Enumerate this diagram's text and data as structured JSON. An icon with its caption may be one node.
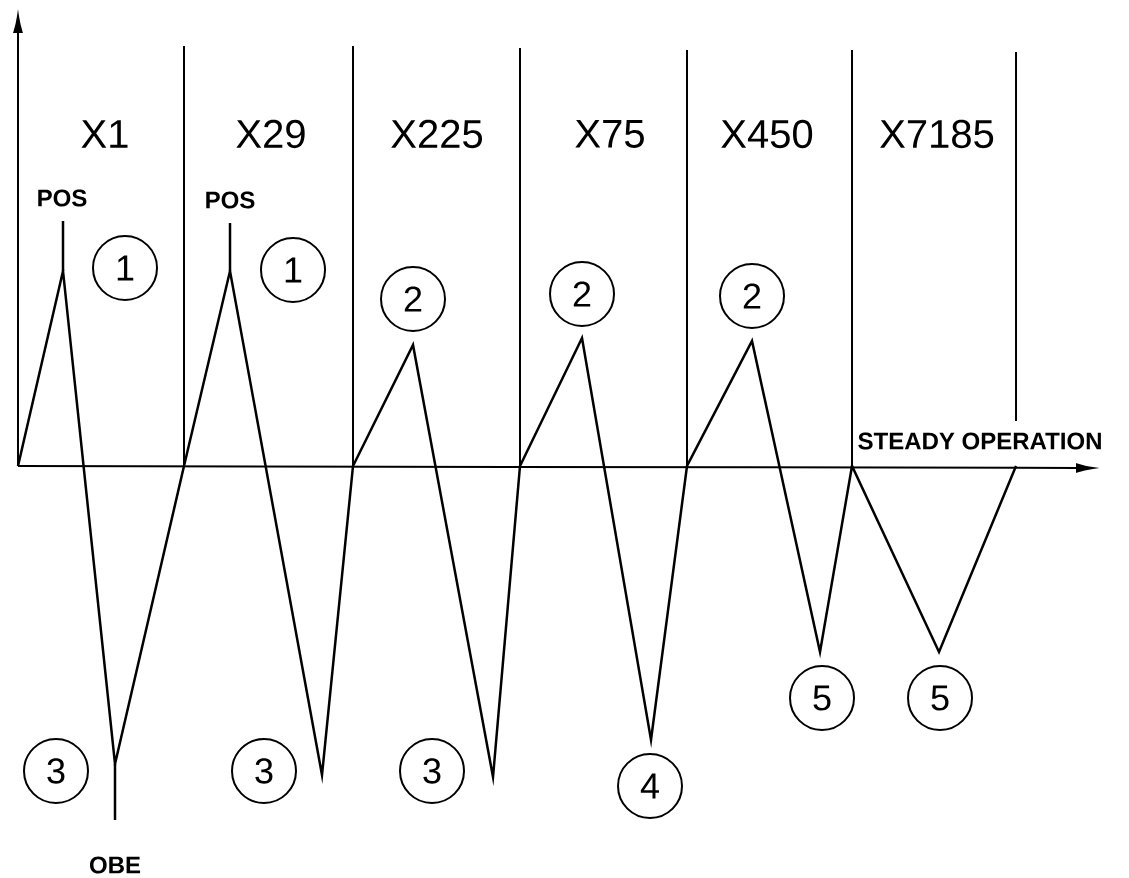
{
  "diagram": {
    "nodes": [
      {
        "text": [
          "1"
        ]
      },
      {
        "text": [
          "1"
        ]
      },
      {
        "text": [
          "2"
        ]
      },
      {
        "text": [
          "2"
        ]
      },
      {
        "text": [
          "2"
        ]
      },
      {
        "text": [
          "5"
        ]
      },
      {
        "text": [
          "5"
        ]
      },
      {
        "text": [
          "3"
        ]
      },
      {
        "text": [
          "3"
        ]
      },
      {
        "text": [
          "3"
        ]
      },
      {
        "text": [
          "4"
        ]
      }
    ],
    "labels": [
      "X1",
      "X29",
      "X225",
      "X75",
      "X450",
      "X7185",
      "POS",
      "POS",
      "STEADY OPERATION",
      "OBE"
    ]
  }
}
